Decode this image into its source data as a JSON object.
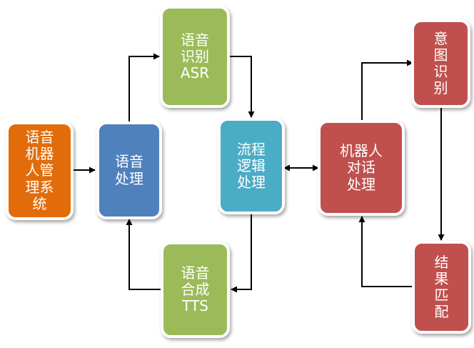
{
  "nodes": {
    "management": {
      "label": "语音\n机器\n人管\n理系\n统",
      "color": "#e36c0a"
    },
    "speech_processing": {
      "label": "语音\n处理",
      "color": "#4f81bd"
    },
    "asr": {
      "label": "语音\n识别\nASR",
      "color": "#9bbb59"
    },
    "tts": {
      "label": "语音\n合成\nTTS",
      "color": "#9bbb59"
    },
    "flow_logic": {
      "label": "流程\n逻辑\n处理",
      "color": "#4bacc6"
    },
    "dialog": {
      "label": "机器人\n对话\n处理",
      "color": "#c0504d"
    },
    "intent": {
      "label": "意\n图\n识\n别",
      "color": "#c0504d"
    },
    "match": {
      "label": "结\n果\n匹\n配",
      "color": "#c0504d"
    }
  }
}
